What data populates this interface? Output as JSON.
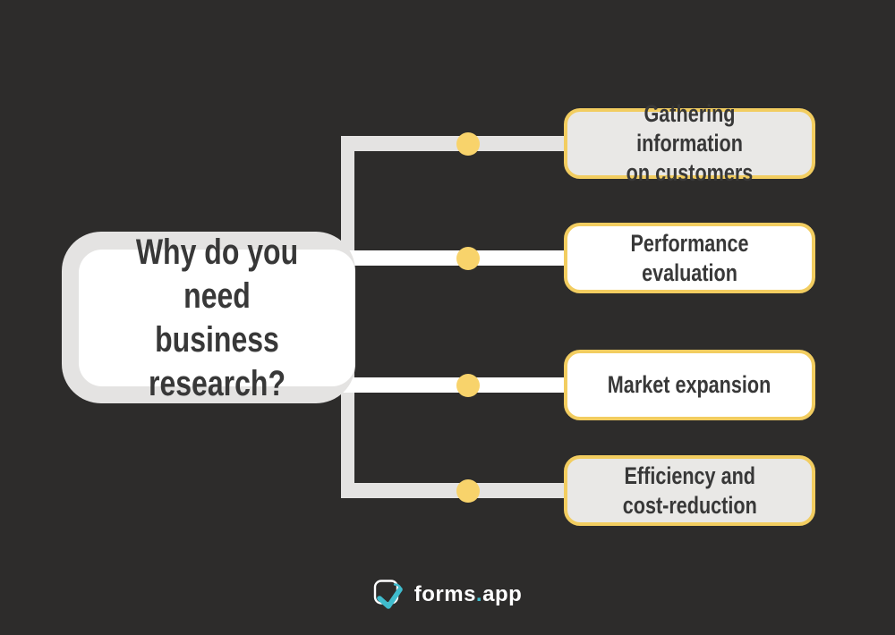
{
  "root": {
    "title": "Why do you need\nbusiness research?"
  },
  "branches": [
    {
      "label": "Gathering information\non customers",
      "fill": "#e9e8e6",
      "connector_color": "#e4e3e2"
    },
    {
      "label": "Performance evaluation",
      "fill": "#ffffff",
      "connector_color": "#ffffff"
    },
    {
      "label": "Market expansion",
      "fill": "#ffffff",
      "connector_color": "#ffffff"
    },
    {
      "label": "Efficiency and\ncost-reduction",
      "fill": "#e9e8e6",
      "connector_color": "#e4e3e2"
    }
  ],
  "footer": {
    "brand_name": "forms",
    "brand_dot": ".",
    "brand_suffix": "app"
  },
  "colors": {
    "background": "#2d2c2b",
    "line_gray": "#e4e3e2",
    "node_gray": "#e9e8e6",
    "node_white": "#ffffff",
    "accent_yellow": "#f2cd60",
    "dot_yellow": "#f8d36b",
    "text_dark": "#383838",
    "brand_teal": "#3fbccd",
    "brand_white": "#ffffff"
  }
}
